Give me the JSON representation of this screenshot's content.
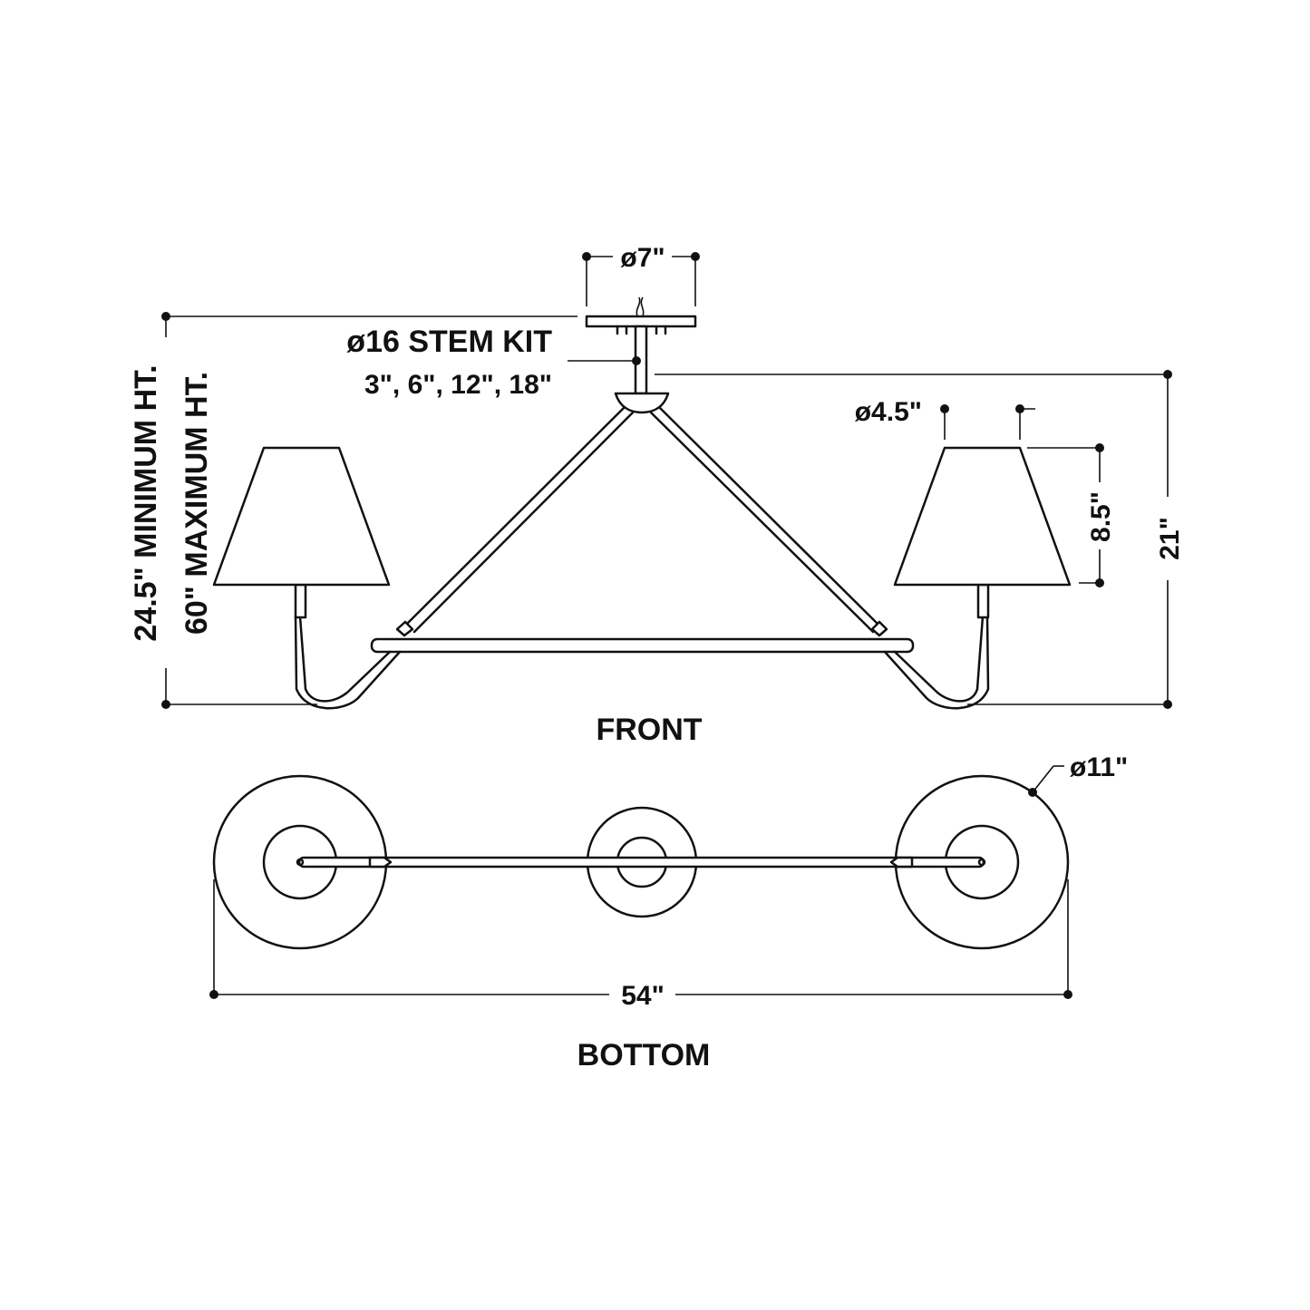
{
  "views": {
    "front": "FRONT",
    "bottom": "BOTTOM"
  },
  "dimensions": {
    "canopy_diameter": "ø7\"",
    "stem_kit_title": "ø16 STEM KIT",
    "stem_kit_lengths": "3\", 6\", 12\", 18\"",
    "minimum_height": "24.5\" MINIMUM HT.",
    "maximum_height": "60\" MAXIMUM HT.",
    "shade_top_diameter": "ø4.5\"",
    "shade_height": "8.5\"",
    "body_height": "21\"",
    "shade_bottom_diameter": "ø11\"",
    "overall_width": "54\""
  },
  "colors": {
    "line": "#111111",
    "background": "#ffffff"
  }
}
